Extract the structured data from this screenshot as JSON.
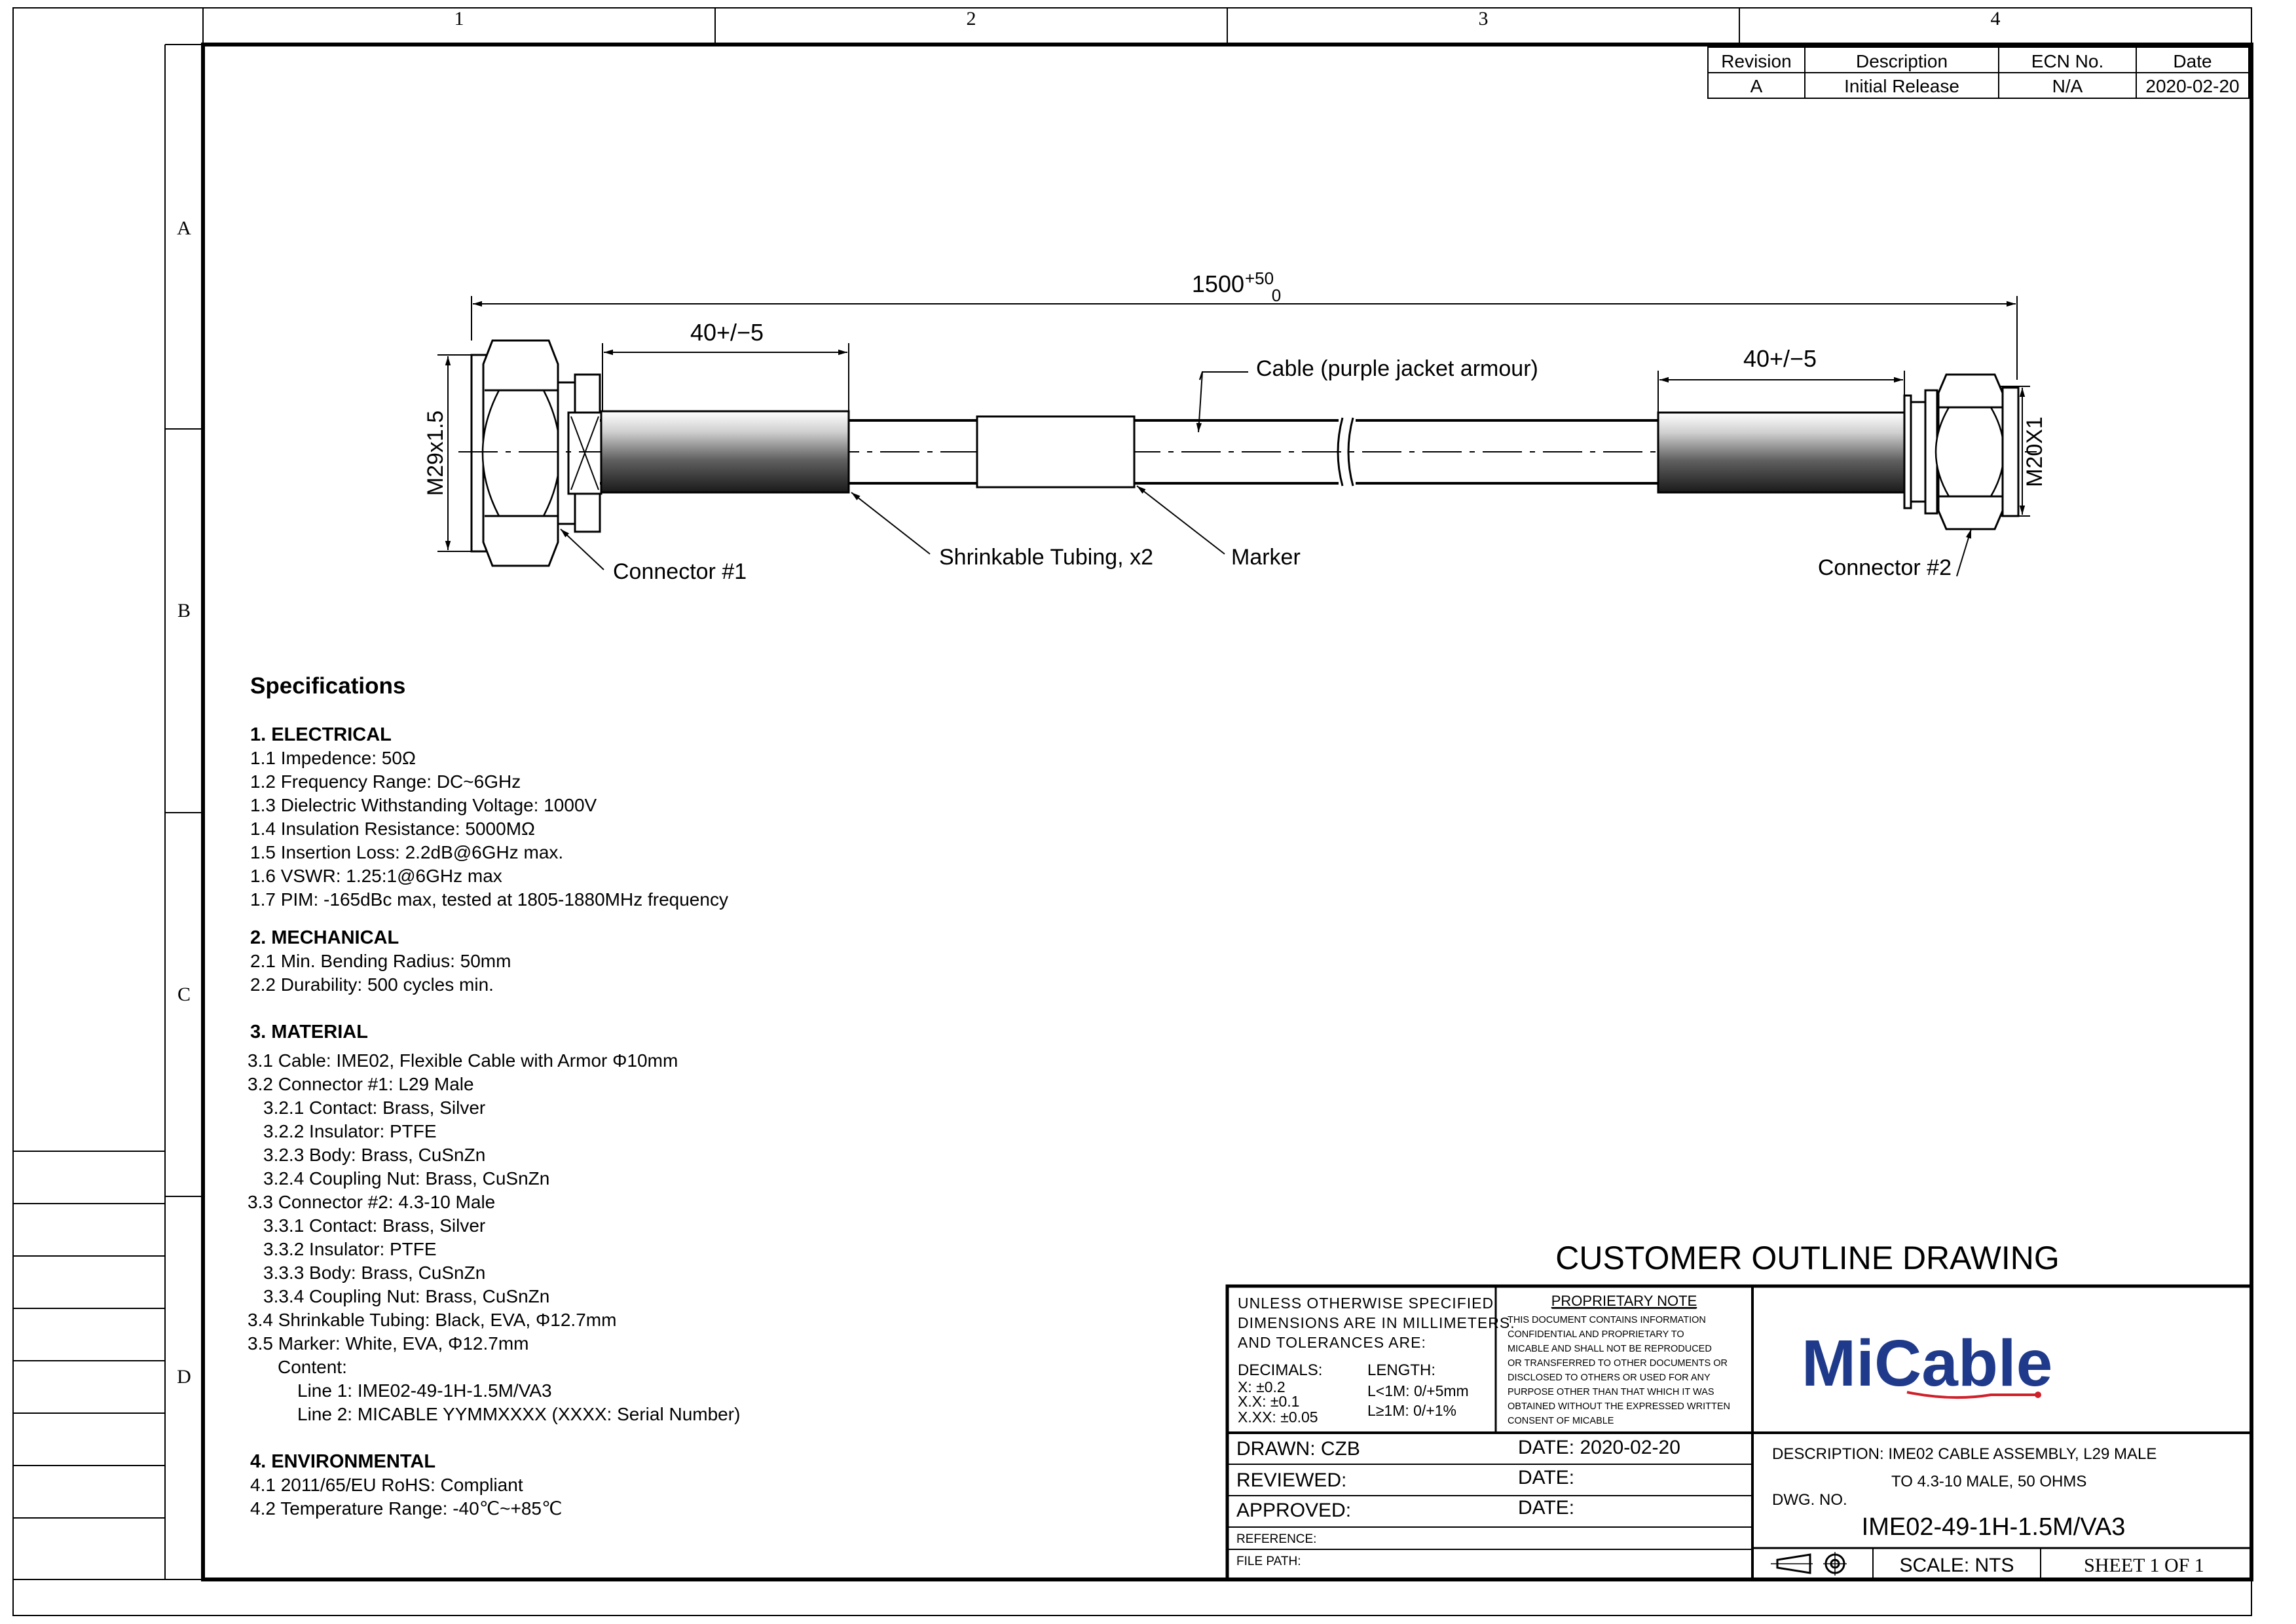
{
  "grid": {
    "columns": [
      "1",
      "2",
      "3",
      "4"
    ],
    "rows": [
      "A",
      "B",
      "C",
      "D"
    ]
  },
  "revision_table": {
    "headers": [
      "Revision",
      "Description",
      "ECN No.",
      "Date"
    ],
    "row": [
      "A",
      "Initial Release",
      "N/A",
      "2020-02-20"
    ]
  },
  "drawing": {
    "overall_length_base": "1500",
    "overall_length_tol_upper": "+50",
    "overall_length_tol_lower": "0",
    "tubing_length_left": "40+/−5",
    "tubing_length_right": "40+/−5",
    "thread_left": "M29x1.5",
    "thread_right": "M20X1",
    "label_cable": "Cable (purple jacket armour)",
    "label_connector1": "Connector #1",
    "label_tubing": "Shrinkable Tubing, x2",
    "label_marker": "Marker",
    "label_connector2": "Connector #2"
  },
  "specs": {
    "title": "Specifications",
    "electrical": {
      "heading": "1. ELECTRICAL",
      "items": [
        "1.1 Impedence: 50Ω",
        "1.2 Frequency Range: DC~6GHz",
        "1.3 Dielectric Withstanding Voltage: 1000V",
        "1.4 Insulation Resistance: 5000MΩ",
        "1.5 Insertion Loss: 2.2dB@6GHz max.",
        "1.6 VSWR: 1.25:1@6GHz max",
        "1.7 PIM: -165dBc max, tested at 1805-1880MHz frequency"
      ]
    },
    "mechanical": {
      "heading": "2. MECHANICAL",
      "items": [
        "2.1 Min. Bending Radius: 50mm",
        "2.2 Durability: 500 cycles min."
      ]
    },
    "material": {
      "heading": "3. MATERIAL",
      "items": [
        "3.1 Cable: IME02, Flexible Cable with Armor Φ10mm",
        "3.2 Connector #1: L29 Male",
        "3.2.1 Contact: Brass, Silver",
        "3.2.2 Insulator: PTFE",
        "3.2.3 Body: Brass, CuSnZn",
        "3.2.4 Coupling Nut: Brass, CuSnZn",
        "3.3 Connector #2: 4.3-10 Male",
        "3.3.1 Contact: Brass, Silver",
        "3.3.2 Insulator: PTFE",
        "3.3.3 Body: Brass, CuSnZn",
        "3.3.4 Coupling Nut: Brass, CuSnZn",
        "3.4 Shrinkable Tubing: Black, EVA, Φ12.7mm",
        "3.5 Marker: White, EVA, Φ12.7mm",
        "Content:",
        "Line 1: IME02-49-1H-1.5M/VA3",
        "Line 2: MICABLE YYMMXXXX  (XXXX: Serial Number)"
      ]
    },
    "environmental": {
      "heading": "4. ENVIRONMENTAL",
      "items": [
        "4.1 2011/65/EU RoHS: Compliant",
        "4.2 Temperature Range: -40℃~+85℃"
      ]
    }
  },
  "title_block": {
    "title": "CUSTOMER OUTLINE DRAWING",
    "tolerance_note_1": "UNLESS  OTHERWISE  SPECIFIED,",
    "tolerance_note_2": "DIMENSIONS ARE IN MILLIMETERS.",
    "tolerance_note_3": "AND TOLERANCES  ARE:",
    "decimals_label": "DECIMALS:",
    "decimals_1": "X:  ±0.2",
    "decimals_2": "X.X: ±0.1",
    "decimals_3": "X.XX:  ±0.05",
    "length_label": "LENGTH:",
    "length_1": "L<1M: 0/+5mm",
    "length_2": "L≥1M: 0/+1%",
    "proprietary_title": "PROPRIETARY NOTE",
    "proprietary_lines": [
      "THIS DOCUMENT CONTAINS INFORMATION",
      "CONFIDENTIAL AND PROPRIETARY TO",
      "MICABLE AND SHALL NOT BE REPRODUCED",
      "OR TRANSFERRED TO OTHER DOCUMENTS OR",
      "DISCLOSED TO OTHERS OR USED FOR ANY",
      "PURPOSE OTHER THAN THAT WHICH IT WAS",
      "OBTAINED WITHOUT THE EXPRESSED WRITTEN",
      "CONSENT OF MICABLE"
    ],
    "logo_text_mi": "Mi",
    "logo_text_cable": "Cable",
    "logo_color": "#1f3a8a",
    "logo_accent": "#d0202a",
    "drawn": "DRAWN: CZB",
    "drawn_date": "DATE: 2020-02-20",
    "reviewed": "REVIEWED:",
    "reviewed_date": "DATE:",
    "approved": "APPROVED:",
    "approved_date": "DATE:",
    "reference": "REFERENCE:",
    "file_path": "FILE PATH:",
    "description_1": "DESCRIPTION: IME02 CABLE ASSEMBLY, L29 MALE",
    "description_2": "TO 4.3-10 MALE, 50 OHMS",
    "dwg_no_label": "DWG. NO.",
    "dwg_no": "IME02-49-1H-1.5M/VA3",
    "scale": "SCALE: NTS",
    "sheet": "SHEET 1 OF 1"
  }
}
